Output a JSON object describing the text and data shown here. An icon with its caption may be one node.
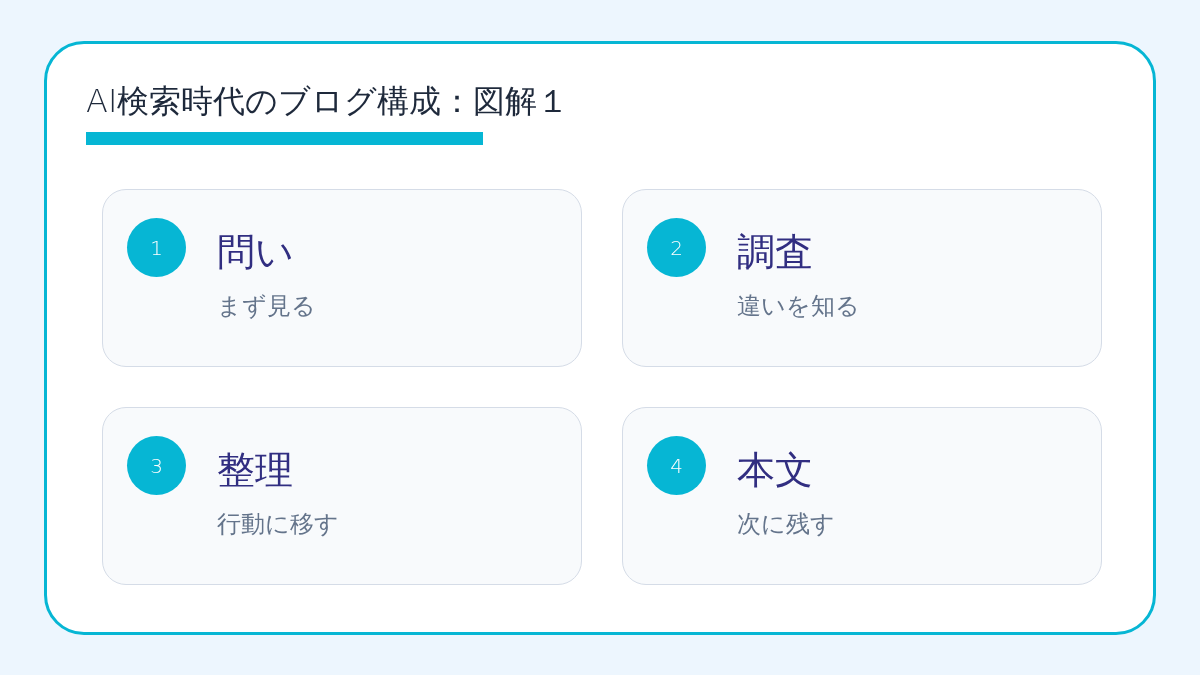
{
  "diagram": {
    "title": "AI検索時代のブログ構成：図解１",
    "nodes": [
      {
        "text": [
          "問い",
          "まず見る"
        ]
      },
      {
        "text": [
          "1"
        ],
        "in": 0
      },
      {
        "text": [
          "調査",
          "違いを知る"
        ]
      },
      {
        "text": [
          "2"
        ],
        "in": 2
      },
      {
        "text": [
          "整理",
          "行動に移す"
        ]
      },
      {
        "text": [
          "3"
        ],
        "in": 4
      },
      {
        "text": [
          "本文",
          "次に残す"
        ]
      },
      {
        "text": [
          "4"
        ],
        "in": 6
      }
    ]
  }
}
